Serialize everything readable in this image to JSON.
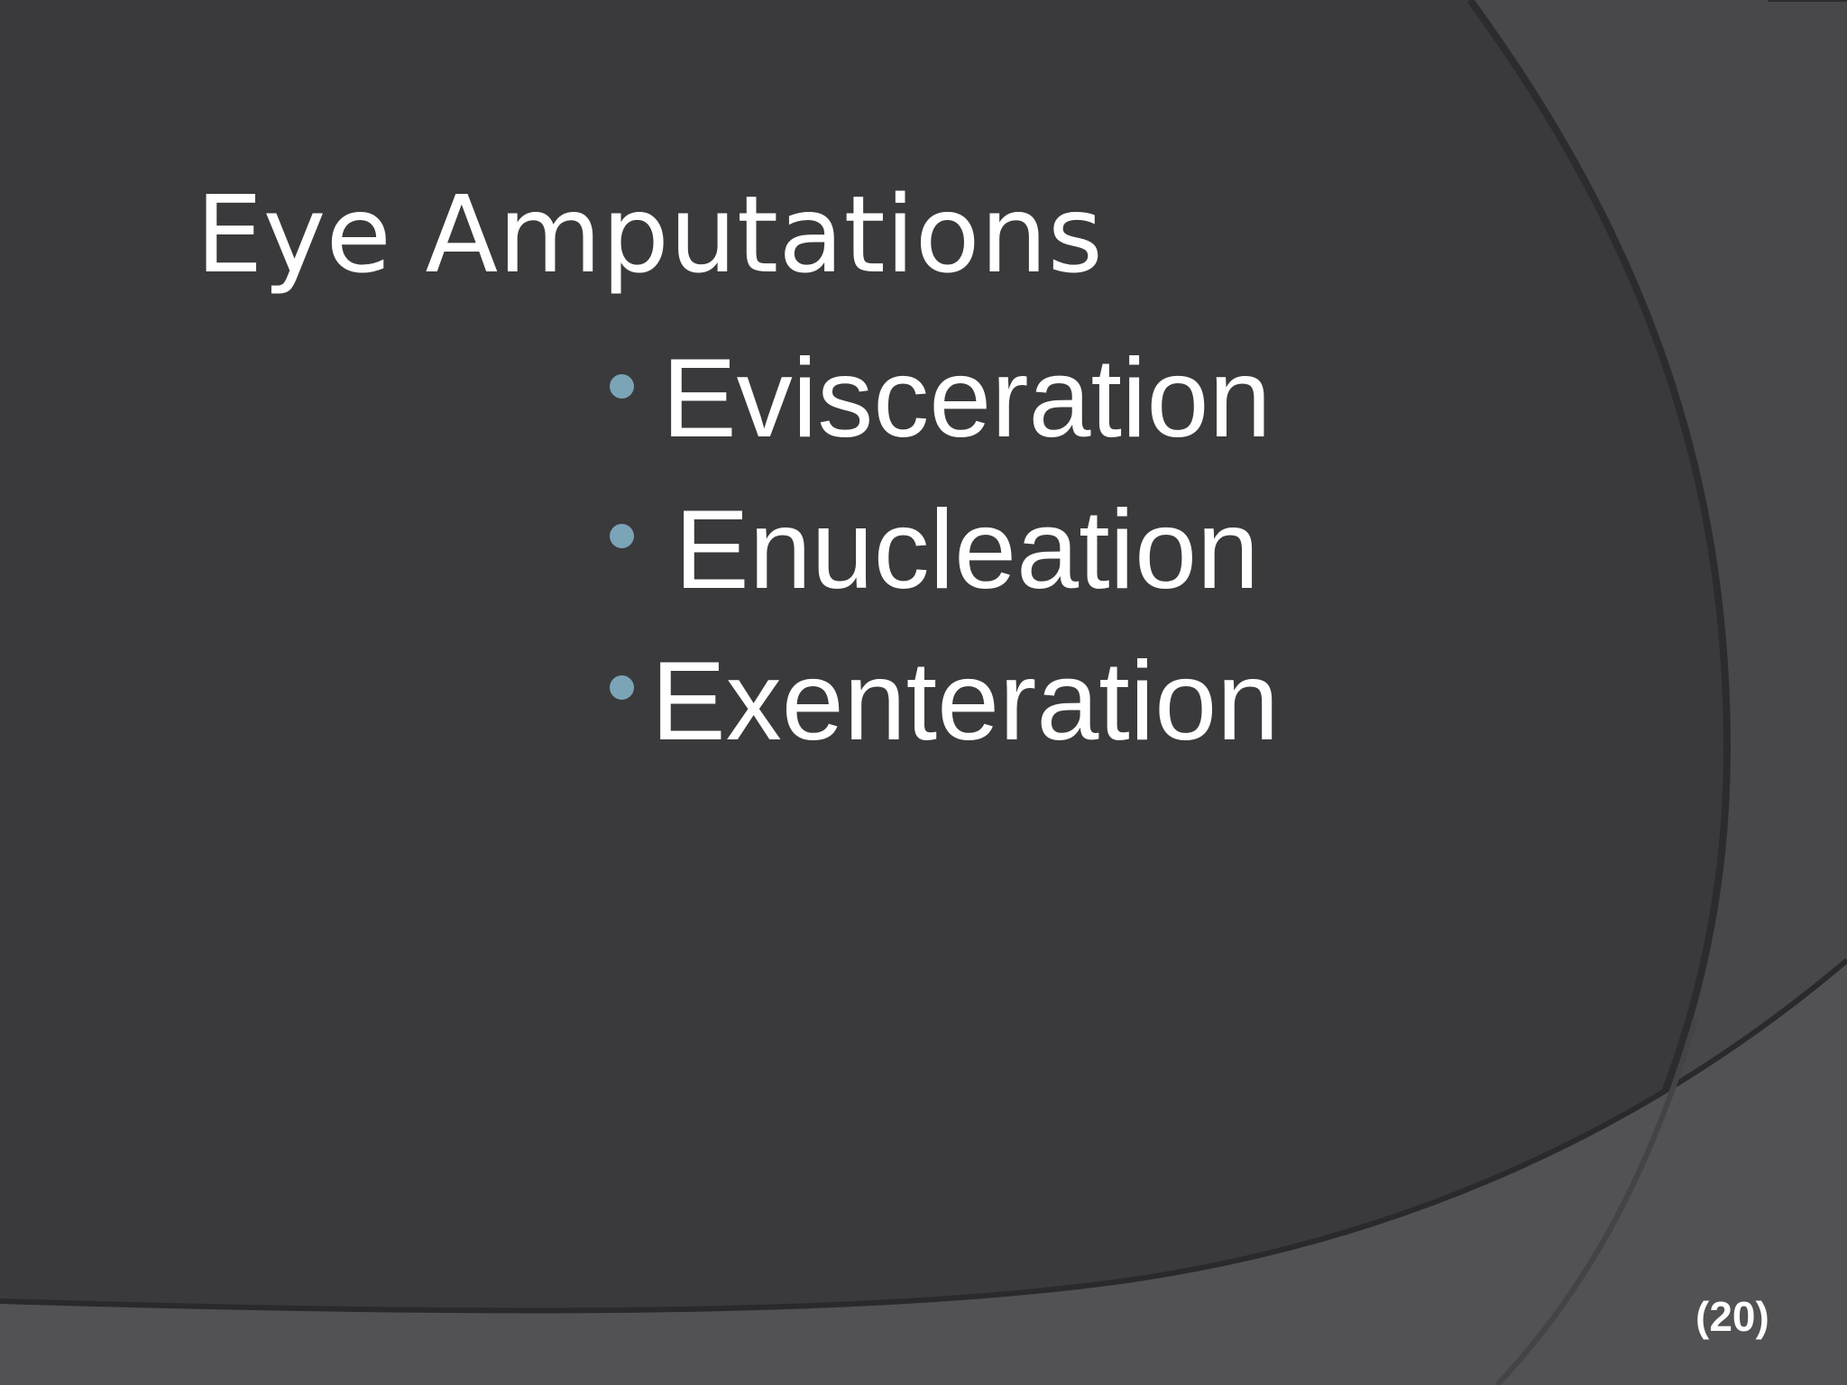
{
  "slide": {
    "title": "Eye Amputations",
    "bullets": [
      {
        "label": "Evisceration"
      },
      {
        "label": "Enucleation"
      },
      {
        "label": "Exenteration"
      }
    ],
    "page_number": "(20)"
  },
  "colors": {
    "background": "#3a3a3c",
    "arc_band": "#4a4a4c",
    "lower_band": "#555557",
    "bullet": "#7ba4b7",
    "text": "#ffffff"
  }
}
